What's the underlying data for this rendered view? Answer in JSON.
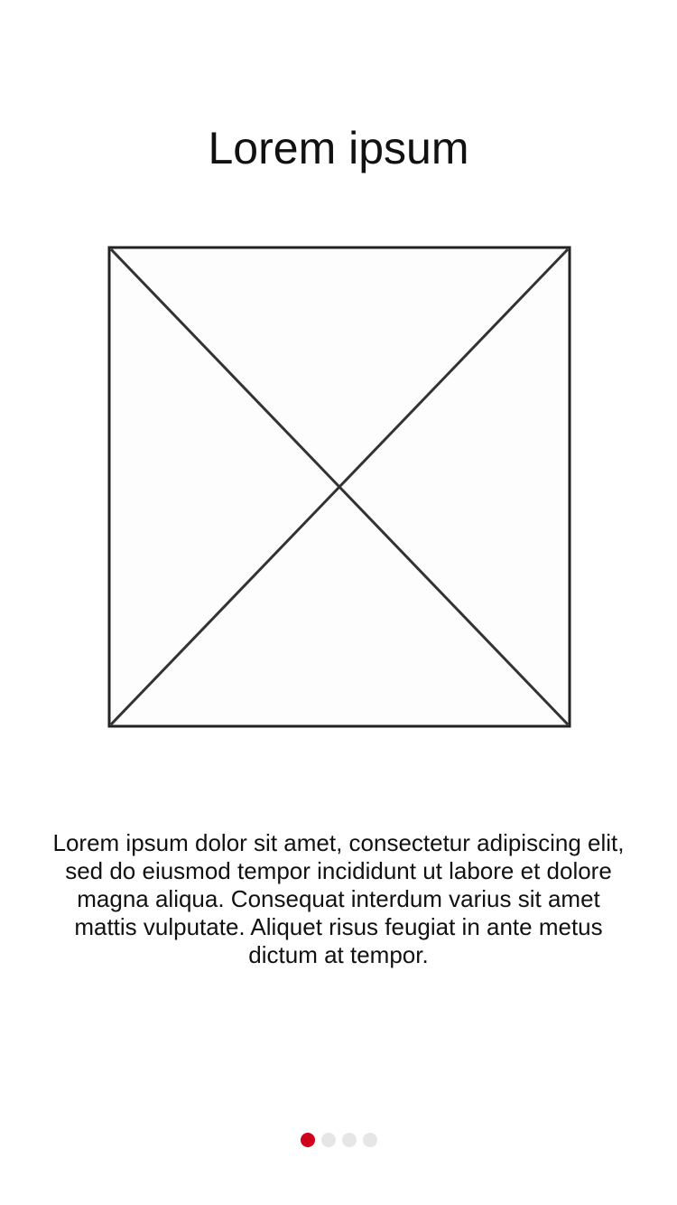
{
  "onboarding": {
    "title": "Lorem ipsum",
    "image": {
      "icon": "image-placeholder-icon"
    },
    "description": "Lorem ipsum dolor sit amet, consectetur adipiscing elit, sed do eiusmod tempor incididunt ut labore et dolore magna aliqua. Consequat interdum varius sit amet mattis vulputate. Aliquet risus feugiat in ante metus dictum at tempor."
  },
  "pager": {
    "total": 4,
    "active_index": 0,
    "active_color": "#d0021b",
    "inactive_color": "#e6e6e6"
  }
}
